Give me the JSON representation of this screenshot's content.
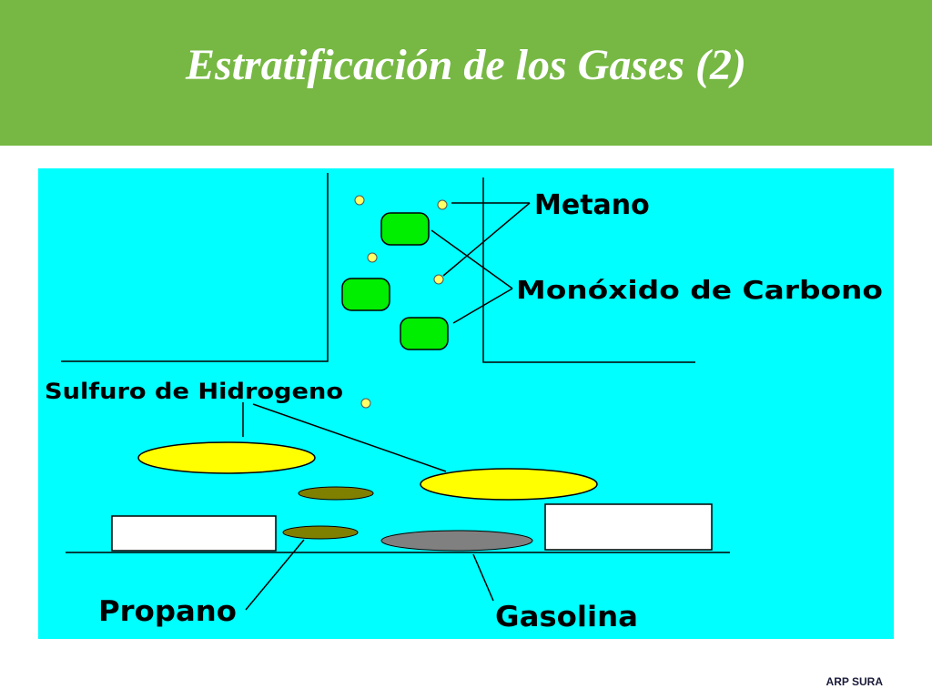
{
  "slide": {
    "title": "Estratificación de los Gases (2)",
    "footer": "ARP SURA"
  },
  "diagram": {
    "labels": {
      "metano": "Metano",
      "monoxido": "Monóxido de Carbono",
      "sulfuro": "Sulfuro de Hidrogeno",
      "propano": "Propano",
      "gasolina": "Gasolina"
    },
    "colors": {
      "background": "#00ffff",
      "header": "#76b843",
      "metano": "#ffff66",
      "monoxido": "#00ee00",
      "sulfuro": "#ffff00",
      "propano": "#808000",
      "gasolina": "#808080",
      "block": "#ffffff"
    }
  }
}
